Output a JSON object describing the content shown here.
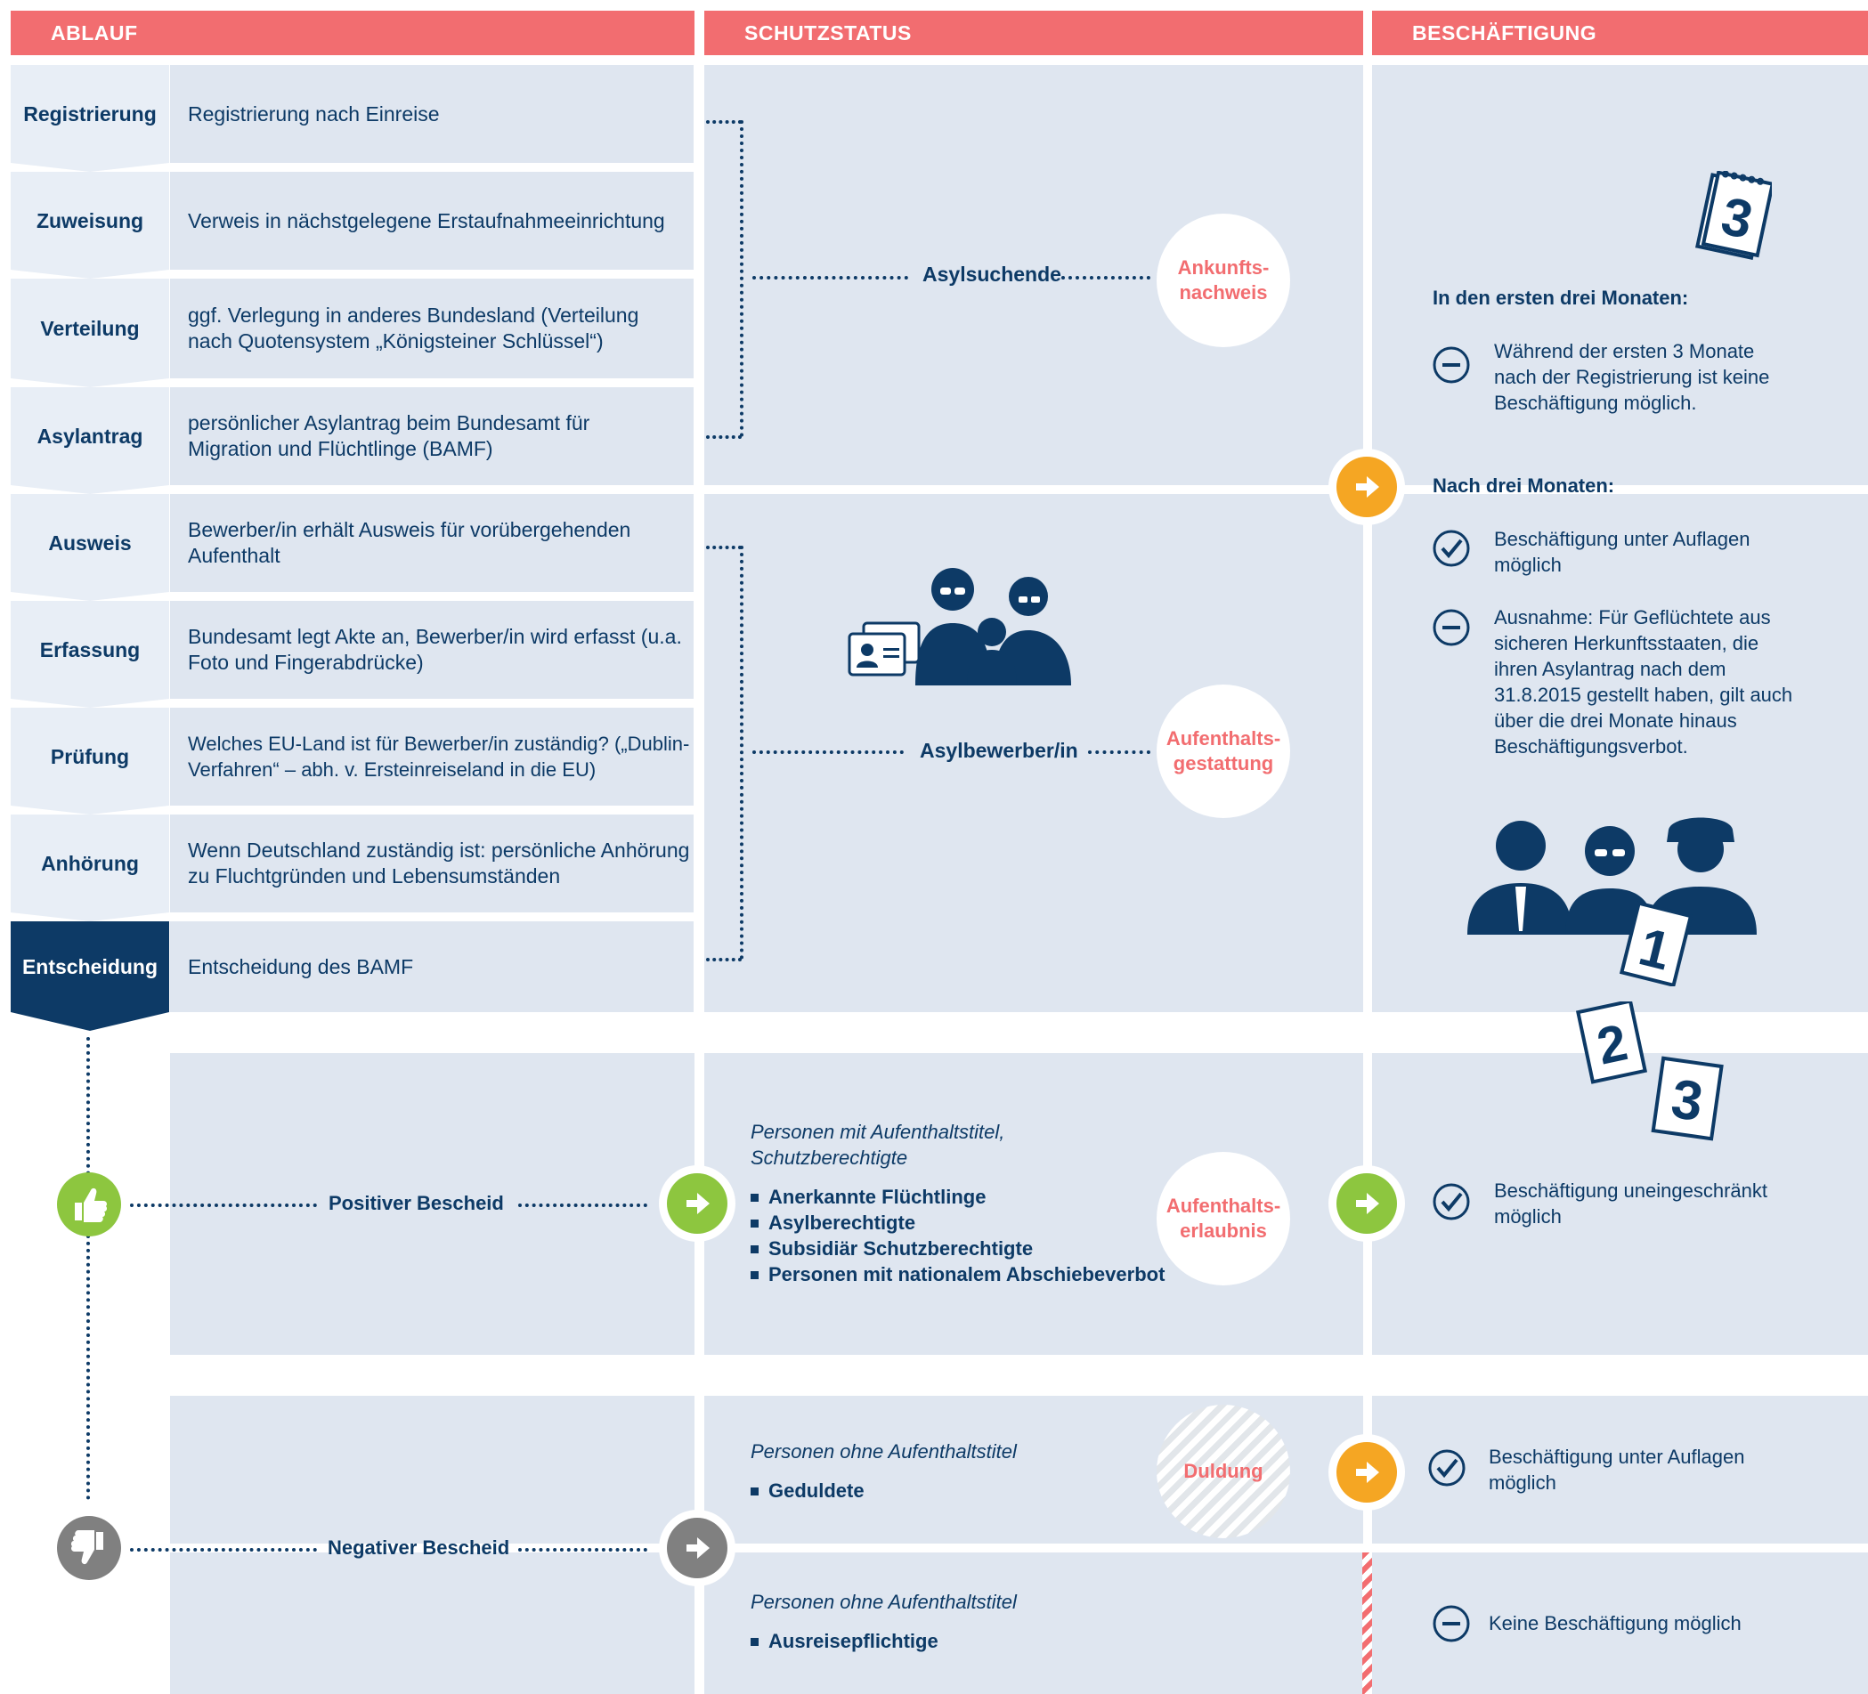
{
  "headers": {
    "ablauf": "ABLAUF",
    "schutzstatus": "SCHUTZSTATUS",
    "beschaeftigung": "BESCHÄFTIGUNG"
  },
  "steps": [
    {
      "label": "Registrierung",
      "desc": "Registrierung nach Einreise"
    },
    {
      "label": "Zuweisung",
      "desc": "Verweis in nächstgelegene Erstaufnahmeeinrichtung"
    },
    {
      "label": "Verteilung",
      "desc": "ggf. Verlegung in anderes Bundesland  (Verteilung nach Quotensystem „Königsteiner Schlüssel“)"
    },
    {
      "label": "Asylantrag",
      "desc": "persönlicher Asylantrag beim Bundesamt für Migration und Flüchtlinge (BAMF)"
    },
    {
      "label": "Ausweis",
      "desc": "Bewerber/in erhält Ausweis für vorübergehenden Aufenthalt"
    },
    {
      "label": "Erfassung",
      "desc": "Bundesamt legt Akte an, Bewerber/in wird erfasst (u.a. Foto und Fingerabdrücke)"
    },
    {
      "label": "Prüfung",
      "desc": "Welches EU-Land ist für Bewerber/in zuständig? („Dublin-Verfahren“ – abh. v. Ersteinreiseland in die EU)"
    },
    {
      "label": "Anhörung",
      "desc": "Wenn Deutschland zuständig ist: persönliche Anhörung zu Fluchtgründen und Lebensumständen"
    },
    {
      "label": "Entscheidung",
      "desc": "Entscheidung des BAMF"
    }
  ],
  "status": {
    "asylsuchende": "Asylsuchende",
    "ankunftsnachweis": "Ankunfts-\nnachweis",
    "asylbewerber": "Asylbewerber/in",
    "aufenthaltsgestattung": "Aufenthalts-\ngestattung",
    "aufenthaltserlaubnis": "Aufenthalts-\nerlaubnis",
    "duldung": "Duldung"
  },
  "positive": {
    "label": "Positiver Bescheid",
    "intro": "Personen mit Aufenthaltstitel,\nSchutzberechtigte",
    "items": [
      "Anerkannte Flüchtlinge",
      "Asylberechtigte",
      "Subsidiär Schutzberechtigte",
      "Personen mit nationalem Abschiebeverbot"
    ],
    "employment": "Beschäftigung uneingeschränkt möglich"
  },
  "negative": {
    "label": "Negativer Bescheid",
    "tolerated_intro": "Personen ohne Aufenthaltstitel",
    "tolerated_item": "Geduldete",
    "tolerated_employment": "Beschäftigung unter Auflagen möglich",
    "departure_intro": "Personen ohne Aufenthaltstitel",
    "departure_item": "Ausreisepflichtige",
    "departure_employment": "Keine Beschäftigung möglich"
  },
  "employment": {
    "first_heading": "In den ersten drei Monaten:",
    "first_text": "Während der ersten 3 Monate nach der Registrierung ist keine Beschäftigung möglich.",
    "after_heading": "Nach drei Monaten:",
    "after_text1": "Beschäftigung unter Auflagen möglich",
    "after_text2": "Ausnahme: Für Geflüchtete aus sicheren Herkunftsstaaten, die ihren Asylantrag nach dem 31.8.2015 gestellt haben, gilt auch über die drei Monate hinaus Beschäftigungsverbot."
  },
  "calendar_numbers": {
    "top": "3",
    "people": "1",
    "mid_a": "2",
    "mid_b": "3"
  },
  "colors": {
    "navy": "#0d3a66",
    "coral": "#f26d70",
    "panel": "#dfe6f0",
    "label_bg": "#e8eef6",
    "orange": "#f5a623",
    "green": "#8dc63f",
    "gray": "#808080"
  },
  "icons": [
    "calendar-icon",
    "minus-circle-icon",
    "check-circle-icon",
    "arrow-right-icon",
    "thumbs-up-icon",
    "thumbs-down-icon",
    "family-icon",
    "id-card-icon",
    "workers-icon"
  ]
}
